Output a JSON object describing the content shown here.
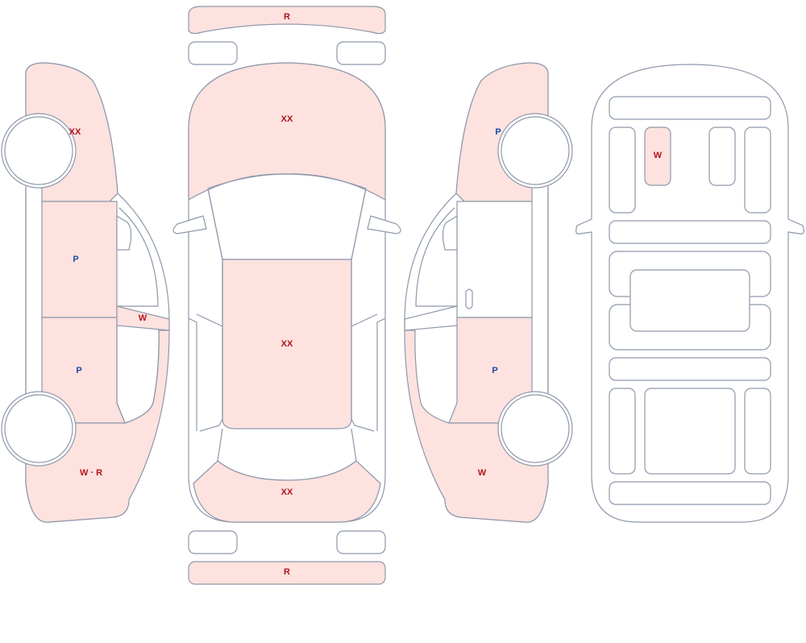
{
  "colors": {
    "outline": "#8e98ab",
    "damage_fill": "#fde2df",
    "label_red": "#b2141f",
    "label_blue": "#1a4aa8"
  },
  "labels": {
    "left_front_fender": "XX",
    "left_front_door": "P",
    "left_glass": "W",
    "left_rear_door": "P",
    "left_rear_quarter": "W · R",
    "front_bumper": "R",
    "hood": "XX",
    "roof": "XX",
    "trunk": "XX",
    "rear_bumper": "R",
    "right_front_fender": "P",
    "right_rear_door": "P",
    "right_rear_quarter": "W",
    "underbody_panel": "W"
  }
}
